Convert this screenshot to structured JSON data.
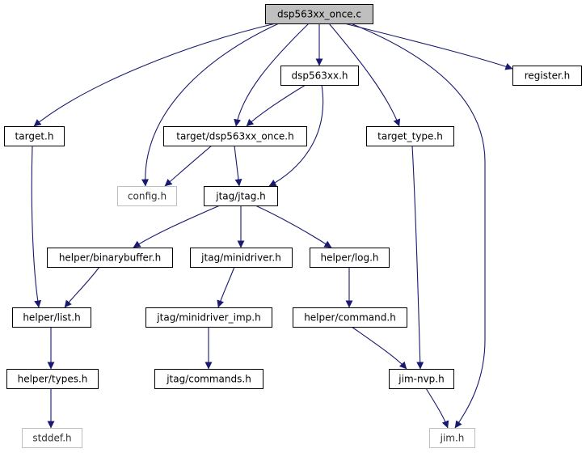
{
  "diagram": {
    "colors": {
      "root_fill": "#bfbfbf",
      "node_fill": "#ffffff",
      "node_border": "#000000",
      "external_border": "#bfbfbf",
      "edge": "#191970"
    },
    "nodes": [
      {
        "id": "dsp563xx_once_c",
        "label": "dsp563xx_once.c",
        "kind": "root"
      },
      {
        "id": "target_h",
        "label": "target.h",
        "kind": "normal"
      },
      {
        "id": "config_h",
        "label": "config.h",
        "kind": "external"
      },
      {
        "id": "target_dsp563xx_once_h",
        "label": "target/dsp563xx_once.h",
        "kind": "normal"
      },
      {
        "id": "dsp563xx_h",
        "label": "dsp563xx.h",
        "kind": "normal"
      },
      {
        "id": "target_type_h",
        "label": "target_type.h",
        "kind": "normal"
      },
      {
        "id": "register_h",
        "label": "register.h",
        "kind": "normal"
      },
      {
        "id": "jim_h",
        "label": "jim.h",
        "kind": "external"
      },
      {
        "id": "jtag_jtag_h",
        "label": "jtag/jtag.h",
        "kind": "normal"
      },
      {
        "id": "helper_binarybuffer_h",
        "label": "helper/binarybuffer.h",
        "kind": "normal"
      },
      {
        "id": "jtag_minidriver_h",
        "label": "jtag/minidriver.h",
        "kind": "normal"
      },
      {
        "id": "helper_log_h",
        "label": "helper/log.h",
        "kind": "normal"
      },
      {
        "id": "helper_list_h",
        "label": "helper/list.h",
        "kind": "normal"
      },
      {
        "id": "jtag_minidriver_imp_h",
        "label": "jtag/minidriver_imp.h",
        "kind": "normal"
      },
      {
        "id": "helper_command_h",
        "label": "helper/command.h",
        "kind": "normal"
      },
      {
        "id": "helper_types_h",
        "label": "helper/types.h",
        "kind": "normal"
      },
      {
        "id": "jtag_commands_h",
        "label": "jtag/commands.h",
        "kind": "normal"
      },
      {
        "id": "jim_nvp_h",
        "label": "jim-nvp.h",
        "kind": "normal"
      },
      {
        "id": "stddef_h",
        "label": "stddef.h",
        "kind": "external"
      }
    ],
    "edges": [
      {
        "from": "dsp563xx_once_c",
        "to": "target_h"
      },
      {
        "from": "dsp563xx_once_c",
        "to": "config_h"
      },
      {
        "from": "dsp563xx_once_c",
        "to": "target_dsp563xx_once_h"
      },
      {
        "from": "dsp563xx_once_c",
        "to": "dsp563xx_h"
      },
      {
        "from": "dsp563xx_once_c",
        "to": "target_type_h"
      },
      {
        "from": "dsp563xx_once_c",
        "to": "register_h"
      },
      {
        "from": "dsp563xx_once_c",
        "to": "jim_h"
      },
      {
        "from": "dsp563xx_h",
        "to": "target_dsp563xx_once_h"
      },
      {
        "from": "dsp563xx_h",
        "to": "jtag_jtag_h"
      },
      {
        "from": "target_dsp563xx_once_h",
        "to": "config_h"
      },
      {
        "from": "target_dsp563xx_once_h",
        "to": "jtag_jtag_h"
      },
      {
        "from": "target_h",
        "to": "helper_list_h"
      },
      {
        "from": "target_type_h",
        "to": "jim_nvp_h"
      },
      {
        "from": "jtag_jtag_h",
        "to": "helper_binarybuffer_h"
      },
      {
        "from": "jtag_jtag_h",
        "to": "jtag_minidriver_h"
      },
      {
        "from": "jtag_jtag_h",
        "to": "helper_log_h"
      },
      {
        "from": "helper_binarybuffer_h",
        "to": "helper_list_h"
      },
      {
        "from": "jtag_minidriver_h",
        "to": "jtag_minidriver_imp_h"
      },
      {
        "from": "helper_log_h",
        "to": "helper_command_h"
      },
      {
        "from": "helper_list_h",
        "to": "helper_types_h"
      },
      {
        "from": "jtag_minidriver_imp_h",
        "to": "jtag_commands_h"
      },
      {
        "from": "helper_command_h",
        "to": "jim_nvp_h"
      },
      {
        "from": "helper_types_h",
        "to": "stddef_h"
      },
      {
        "from": "jim_nvp_h",
        "to": "jim_h"
      }
    ]
  }
}
